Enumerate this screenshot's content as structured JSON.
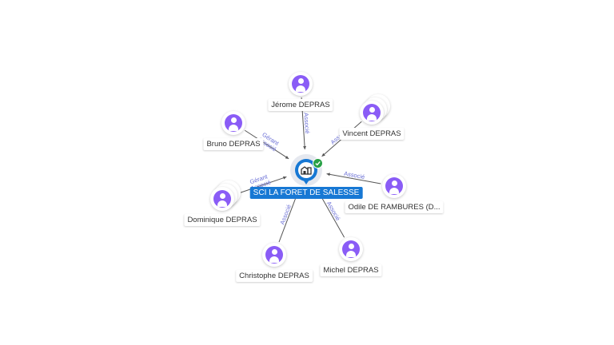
{
  "company": {
    "name": "SCI LA FORET DE SALESSE",
    "accent_color": "#1778d4",
    "badge_color": "#27a046",
    "icon": "building-icon",
    "badge_icon": "check-icon"
  },
  "people": [
    {
      "name": "Jérome DEPRAS",
      "role": "Associé",
      "icon": "person-icon",
      "stacked": false
    },
    {
      "name": "Vincent DEPRAS",
      "role": "Associé",
      "icon": "person-icon",
      "stacked": true
    },
    {
      "name": "Odile DE RAMBURES (D...",
      "role": "Associé",
      "icon": "person-icon",
      "stacked": false
    },
    {
      "name": "Michel DEPRAS",
      "role": "Associé",
      "icon": "person-icon",
      "stacked": false
    },
    {
      "name": "Christophe DEPRAS",
      "role": "Associé",
      "icon": "person-icon",
      "stacked": false
    },
    {
      "name": "Dominique DEPRAS",
      "role": "Gérant\nAssocié",
      "icon": "person-icon",
      "stacked": true
    },
    {
      "name": "Bruno DEPRAS",
      "role": "Gérant\nAssocié",
      "icon": "person-icon",
      "stacked": false
    }
  ],
  "colors": {
    "person": "#8a5cf6",
    "edge": "#555555",
    "edge_label": "#6a6fd6"
  }
}
